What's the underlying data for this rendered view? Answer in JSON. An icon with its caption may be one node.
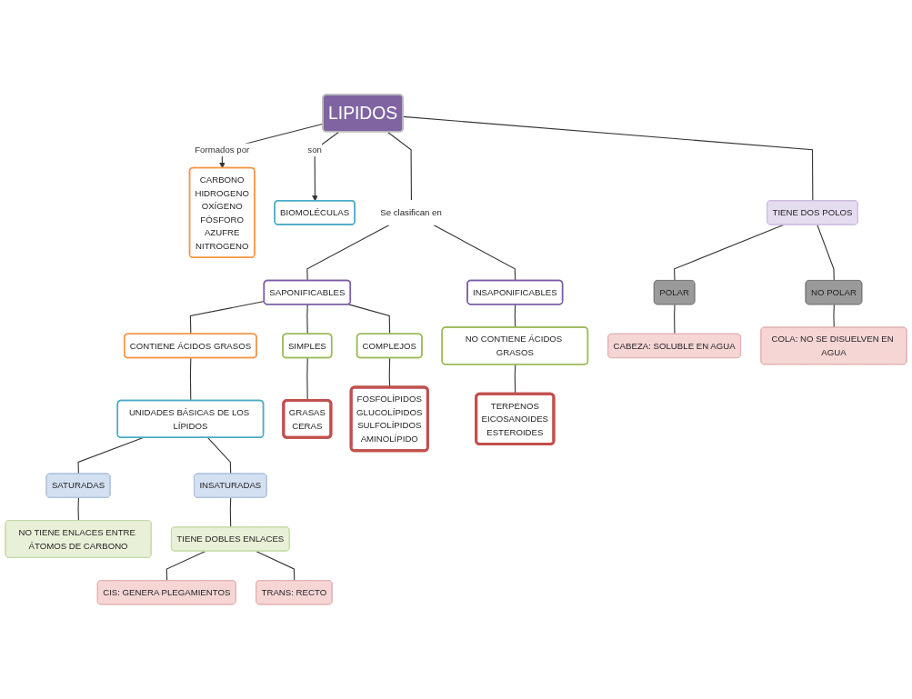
{
  "diagram": {
    "nodes": [
      {
        "text": [
          "LIPIDOS"
        ]
      },
      {
        "text": [
          "CARBONO",
          "HIDROGENO",
          "OXÍGENO",
          "FÓSFORO",
          "AZUFRE",
          "NITROGENO"
        ]
      },
      {
        "text": [
          "BIOMOLÉCULAS"
        ]
      },
      {
        "text": [
          "Se clasifican en"
        ]
      },
      {
        "text": [
          "SAPONIFICABLES"
        ]
      },
      {
        "text": [
          "INSAPONIFICABLES"
        ]
      },
      {
        "text": [
          "TIENE DOS POLOS"
        ]
      },
      {
        "text": [
          "SIMPLES"
        ]
      },
      {
        "text": [
          "COMPLEJOS"
        ]
      },
      {
        "text": [
          "CONTIENE ÁCIDOS GRASOS"
        ]
      },
      {
        "text": [
          "UNIDADES BÁSICAS DE LOS LÍPIDOS"
        ]
      },
      {
        "text": [
          "GRASAS",
          "CERAS"
        ]
      },
      {
        "text": [
          "FOSFOLÍPIDOS",
          "GLUCOLÍPIDOS",
          "SULFOLÍPIDOS",
          "AMINOLÍPIDO"
        ]
      },
      {
        "text": [
          "NO CONTIENE ÁCIDOS GRASOS"
        ]
      },
      {
        "text": [
          "TERPENOS",
          "EICOSANOIDES",
          "ESTEROIDES"
        ]
      },
      {
        "text": [
          "POLAR"
        ]
      },
      {
        "text": [
          "NO POLAR"
        ]
      },
      {
        "text": [
          "CABEZA: SOLUBLE EN AGUA"
        ]
      },
      {
        "text": [
          "COLA: NO SE DISUELVEN EN AGUA"
        ]
      },
      {
        "text": [
          "SATURADAS"
        ]
      },
      {
        "text": [
          "INSATURADAS"
        ]
      },
      {
        "text": [
          "NO TIENE ENLACES ENTRE ÁTOMOS DE CARBONO"
        ]
      },
      {
        "text": [
          "TIENE DOBLES ENLACES"
        ]
      },
      {
        "text": [
          "CIS: GENERA PLEGAMIENTOS"
        ]
      },
      {
        "text": [
          "TRANS: RECTO"
        ]
      }
    ],
    "edges": [
      {
        "from": 0,
        "to": 1,
        "arrow": "to",
        "label": "Formados por"
      },
      {
        "from": 0,
        "to": 3,
        "arrow": "none"
      },
      {
        "from": 0,
        "to": 2,
        "arrow": "to",
        "label": "son"
      },
      {
        "from": 0,
        "to": 6,
        "arrow": "none"
      },
      {
        "from": 3,
        "to": 4,
        "arrow": "none"
      },
      {
        "from": 3,
        "to": 5,
        "arrow": "none"
      },
      {
        "from": 4,
        "to": 9,
        "arrow": "none"
      },
      {
        "from": 4,
        "to": 7,
        "arrow": "none"
      },
      {
        "from": 4,
        "to": 8,
        "arrow": "none"
      },
      {
        "from": 5,
        "to": 13,
        "arrow": "none"
      },
      {
        "from": 6,
        "to": 15,
        "arrow": "none"
      },
      {
        "from": 6,
        "to": 16,
        "arrow": "none"
      },
      {
        "from": 7,
        "to": 11,
        "arrow": "none"
      },
      {
        "from": 8,
        "to": 12,
        "arrow": "none"
      },
      {
        "from": 13,
        "to": 14,
        "arrow": "none"
      },
      {
        "from": 15,
        "to": 17,
        "arrow": "none"
      },
      {
        "from": 16,
        "to": 18,
        "arrow": "none"
      },
      {
        "from": 9,
        "to": 10,
        "arrow": "none"
      },
      {
        "from": 10,
        "to": 19,
        "arrow": "none"
      },
      {
        "from": 10,
        "to": 20,
        "arrow": "none"
      },
      {
        "from": 19,
        "to": 21,
        "arrow": "none"
      },
      {
        "from": 20,
        "to": 22,
        "arrow": "none"
      },
      {
        "from": 22,
        "to": 23,
        "arrow": "none"
      },
      {
        "from": 22,
        "to": 24,
        "arrow": "none"
      }
    ]
  }
}
